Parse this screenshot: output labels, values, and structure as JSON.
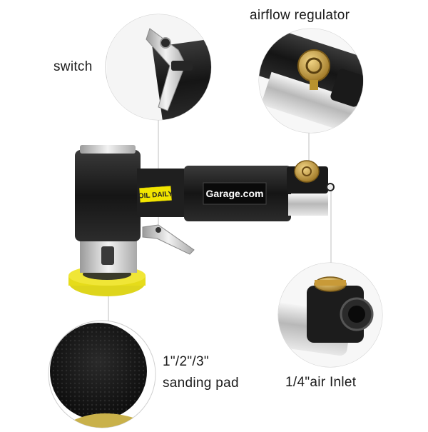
{
  "labels": {
    "switch": "switch",
    "airflow_regulator": "airflow regulator",
    "pad_sizes": "1\"/2\"/3\"",
    "sanding_pad": "sanding pad",
    "air_inlet": "1/4\"air Inlet"
  },
  "tool_text": {
    "sticker": "OIL DAILY",
    "brand": "Garage.com"
  },
  "colors": {
    "tool_body": "#1e1e1e",
    "sticker": "#f2e500",
    "pad_yellow": "#e6dc1a",
    "brass": "#c8a040",
    "chrome": "#d8d8d8",
    "callout_line": "#bfbfbf"
  }
}
